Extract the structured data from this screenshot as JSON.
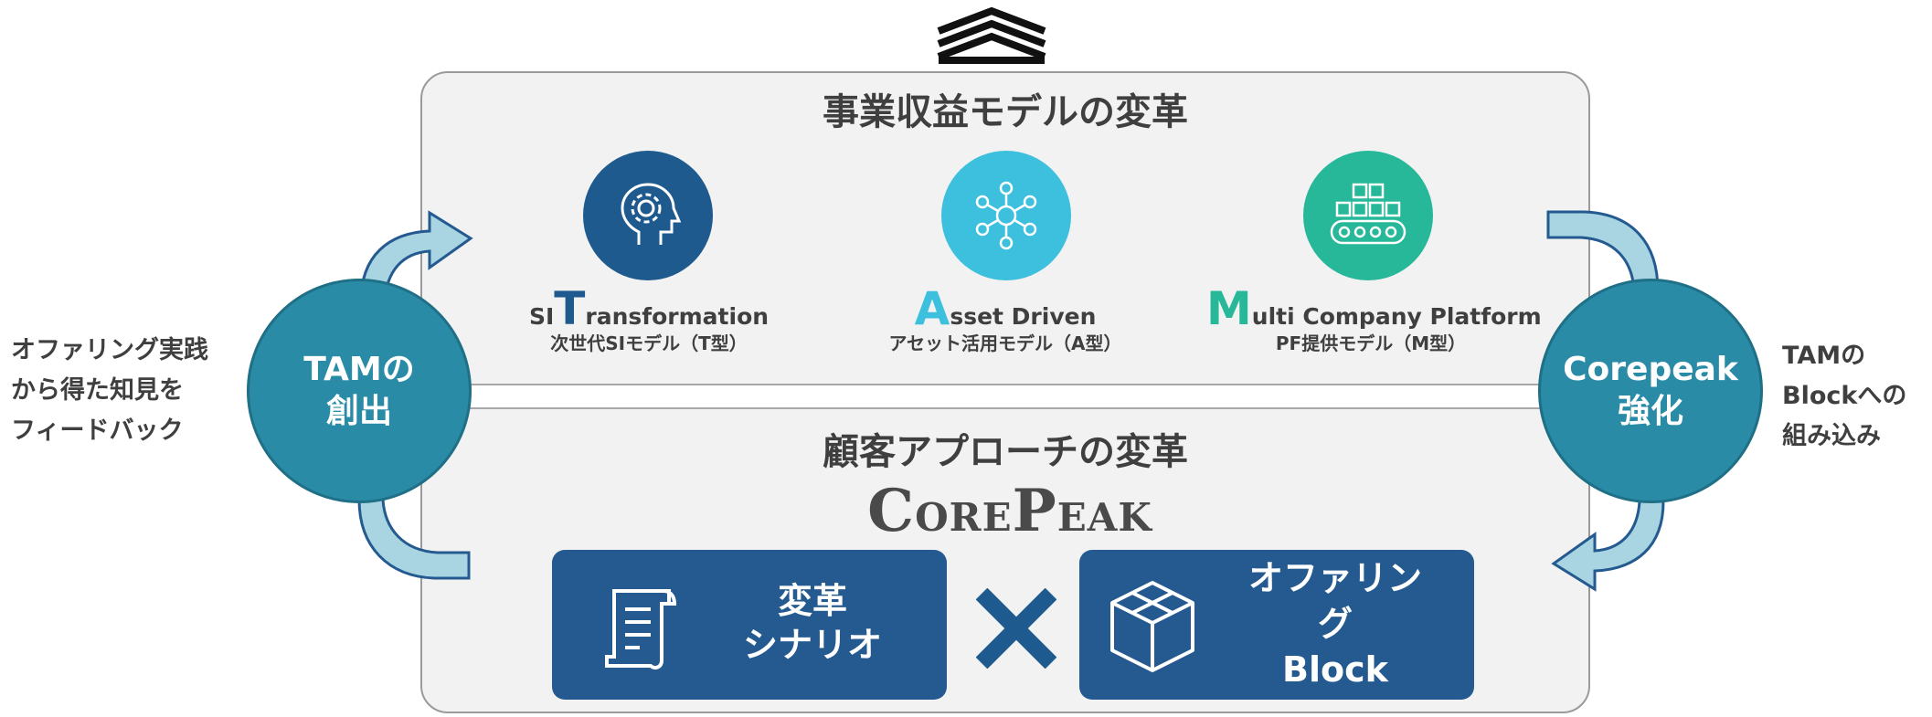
{
  "diagram": {
    "top_heading": "事業収益モデルの変革",
    "bottom_heading": "顧客アプローチの変革",
    "models": [
      {
        "title_initial": "T",
        "title_prefix": "SI",
        "title_rest": "ransformation",
        "subtitle": "次世代SIモデル（T型）",
        "color": "#1e5a8e",
        "icon": "gear-head-icon"
      },
      {
        "title_initial": "A",
        "title_prefix": "",
        "title_rest": "sset Driven",
        "subtitle": "アセット活用モデル（A型）",
        "color": "#3cc0dd",
        "icon": "network-people-icon",
        "initial_color": "#3cc0dd"
      },
      {
        "title_initial": "M",
        "title_prefix": "",
        "title_rest": "ulti Company Platform",
        "subtitle": "PF提供モデル（M型）",
        "color": "#27b89a",
        "icon": "conveyor-belt-icon",
        "initial_color": "#27b89a"
      }
    ],
    "left_circle": "TAMの\n創出",
    "right_circle": "Corepeak\n強化",
    "left_note": "オファリング実践\nから得た知見を\nフィードバック",
    "right_note": "TAMの\nBlockへの\n組み込み",
    "logo": {
      "c": "C",
      "ore": "ORE",
      "p": "P",
      "eak": "EAK"
    },
    "block_left": "変革\nシナリオ",
    "block_right": "オファリン\nグ\nBlock",
    "colors": {
      "circle": "#2a8ba6",
      "arrow": "#a9d5e2",
      "block": "#245a8f",
      "cross": "#1e5a8e"
    }
  }
}
